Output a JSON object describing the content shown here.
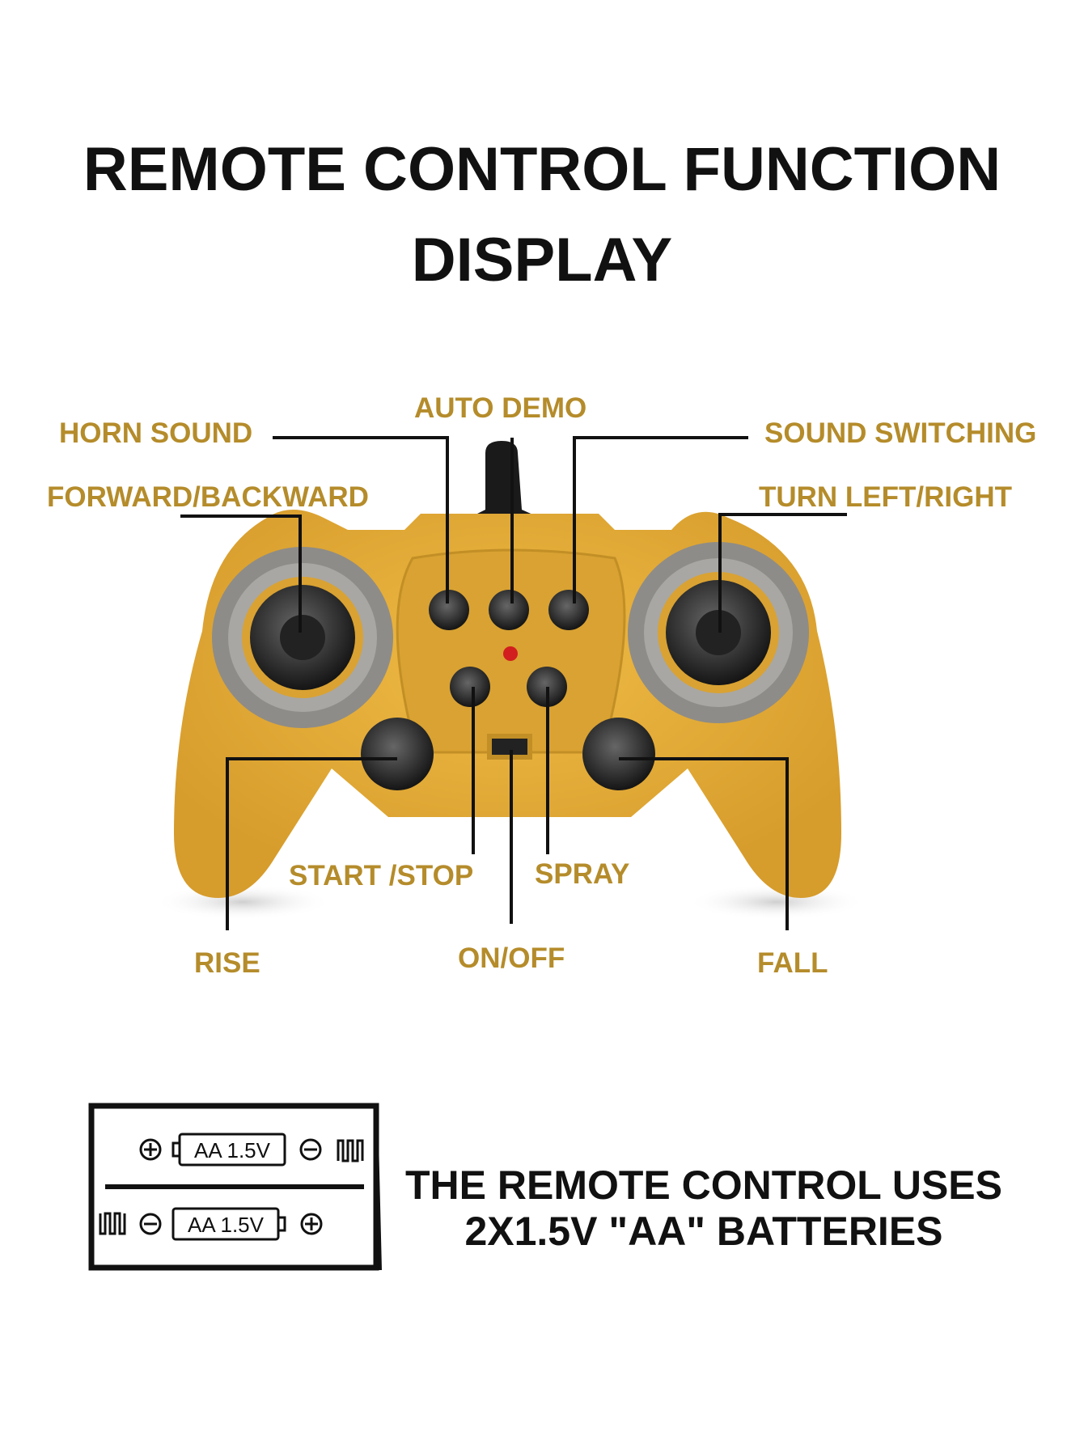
{
  "title": {
    "line1": "REMOTE CONTROL FUNCTION",
    "line2": "DISPLAY"
  },
  "labels": {
    "auto_demo": "AUTO DEMO",
    "horn_sound": "HORN SOUND",
    "sound_switching": "SOUND SWITCHING",
    "forward_backward": "FORWARD/BACKWARD",
    "turn_left_right": "TURN LEFT/RIGHT",
    "start_stop": "START /STOP",
    "spray": "SPRAY",
    "rise": "RISE",
    "on_off": "ON/OFF",
    "fall": "FALL"
  },
  "battery": {
    "cell_label_top": "AA 1.5V",
    "cell_label_bottom": "AA 1.5V",
    "caption_line1": "THE REMOTE CONTROL USES",
    "caption_line2": "2X1.5V \"AA\" BATTERIES"
  },
  "colors": {
    "label": "#b58c2b",
    "body": "#e2aa36",
    "text": "#111111"
  }
}
